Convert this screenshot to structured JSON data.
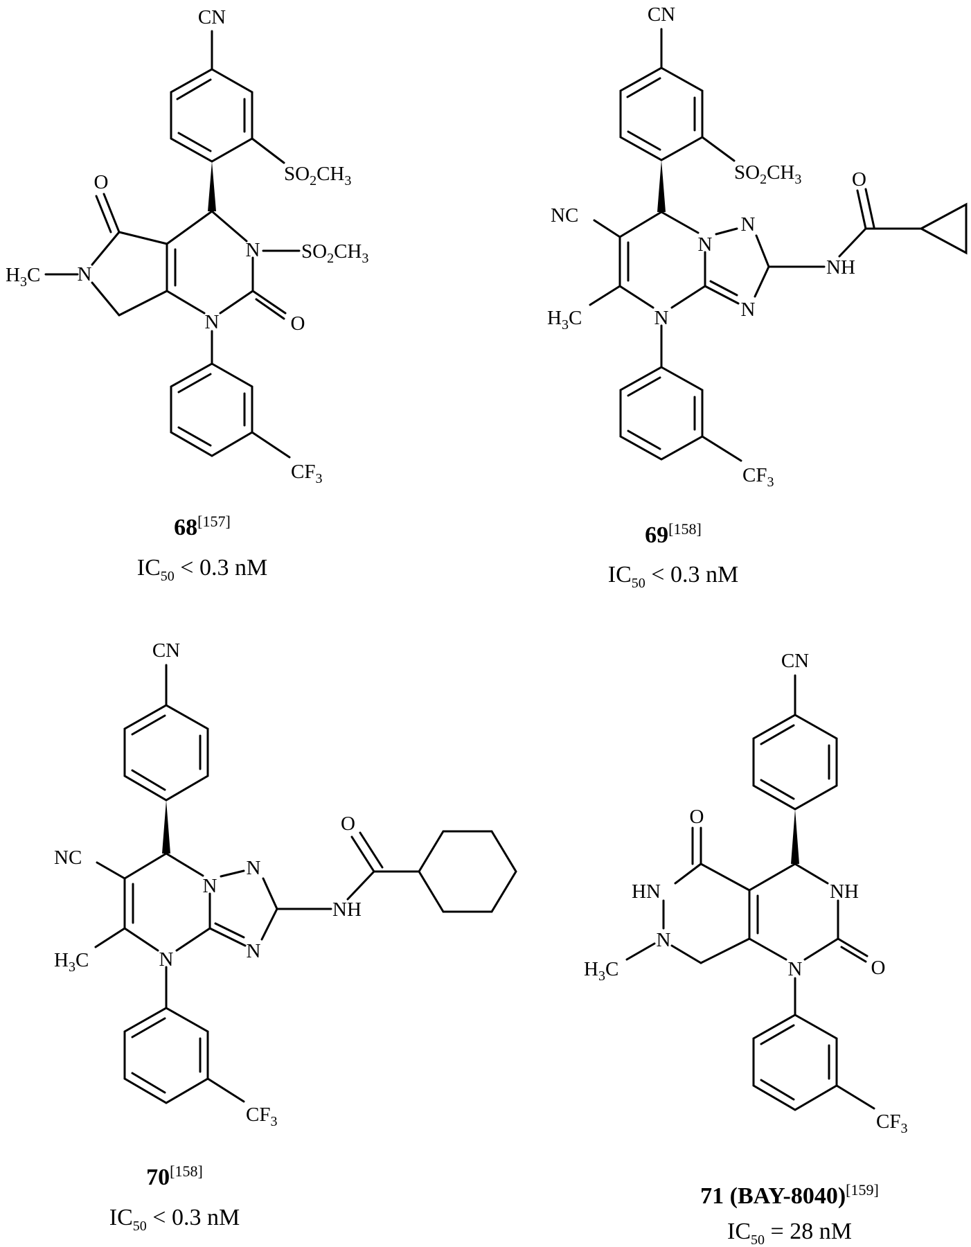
{
  "compounds": [
    {
      "number": "68",
      "name": "",
      "ref": "[157]",
      "ic50_label": "IC",
      "ic50_sub": "50",
      "ic50_value": " < 0.3 nM",
      "labels": {
        "cn": "CN",
        "so2ch3_aryl": "SO2CH3",
        "so2ch3_n": "SO2CH3",
        "o_lactam": "O",
        "o_urea": "O",
        "n_pyrrole": "N",
        "n_sulfonyl": "N",
        "n_aryl": "N",
        "h3c": "H3C",
        "cf3": "CF3"
      }
    },
    {
      "number": "69",
      "name": "",
      "ref": "[158]",
      "ic50_label": "IC",
      "ic50_sub": "50",
      "ic50_value": " < 0.3 nM",
      "labels": {
        "cn_top": "CN",
        "nc": "NC",
        "so2ch3": "SO2CH3",
        "h3c": "H3C",
        "n1": "N",
        "n2": "N",
        "n3": "N",
        "n4": "N",
        "nh": "NH",
        "o": "O",
        "cf3": "CF3"
      }
    },
    {
      "number": "70",
      "name": "",
      "ref": "[158]",
      "ic50_label": "IC",
      "ic50_sub": "50",
      "ic50_value": " < 0.3 nM",
      "labels": {
        "cn_top": "CN",
        "nc": "NC",
        "h3c": "H3C",
        "n1": "N",
        "n2": "N",
        "n3": "N",
        "n4": "N",
        "nh": "NH",
        "o": "O",
        "cf3": "CF3"
      }
    },
    {
      "number": "71",
      "name": " (BAY-8040)",
      "ref": "[159]",
      "ic50_label": "IC",
      "ic50_sub": "50",
      "ic50_value": " = 28 nM",
      "labels": {
        "cn": "CN",
        "o_top": "O",
        "o_urea": "O",
        "hn": "HN",
        "nh": "NH",
        "n_me": "N",
        "n_aryl": "N",
        "h3c": "H3C",
        "cf3": "CF3"
      }
    }
  ]
}
